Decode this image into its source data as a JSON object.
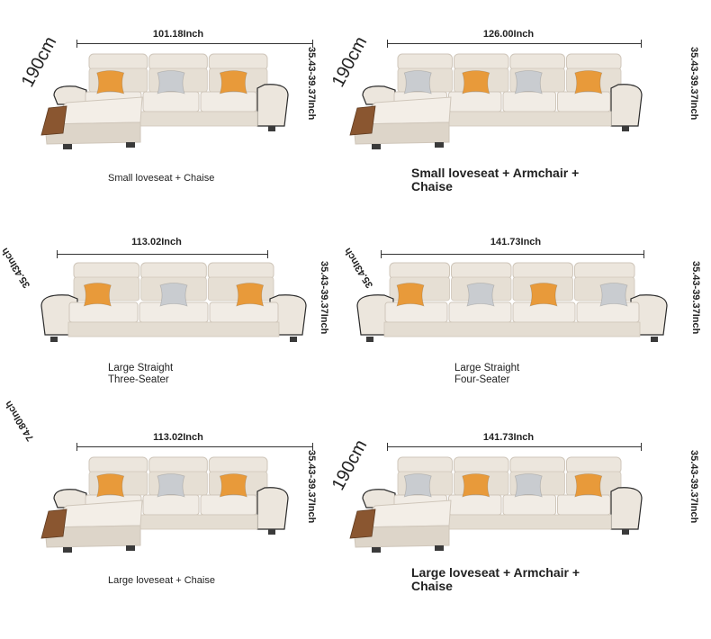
{
  "colors": {
    "sofa_body": "#ece6dd",
    "sofa_shadow": "#cfc6ba",
    "piping": "#2b2b2b",
    "pillow_orange": "#e89a3a",
    "pillow_gray": "#c9ccd0",
    "wood_tray": "#8a5630",
    "leg": "#3a3a3a"
  },
  "panels": [
    {
      "width_label": "101.18Inch",
      "height_label": "35.43-39.37Inch",
      "depth_label": "190cm",
      "caption_lines": [
        "Small loveseat + Chaise"
      ],
      "layout": "loveseat-chaise"
    },
    {
      "width_label": "126.00Inch",
      "height_label": "35.43-39.37Inch",
      "depth_label": "190cm",
      "caption_lines": [
        "Small loveseat + Armchair +",
        "Chaise"
      ],
      "layout": "armchair-chaise"
    },
    {
      "width_label": "113.02Inch",
      "height_label": "35.43-39.37Inch",
      "depth_label": "35.43Inch",
      "caption_lines": [
        "Large Straight",
        "Three-Seater"
      ],
      "layout": "straight-three"
    },
    {
      "width_label": "141.73Inch",
      "height_label": "35.43-39.37Inch",
      "depth_label": "35.43Inch",
      "caption_lines": [
        "Large Straight",
        "Four-Seater"
      ],
      "layout": "straight-four"
    },
    {
      "width_label": "113.02Inch",
      "height_label": "35.43-39.37Inch",
      "depth_label": "74.80Inch",
      "caption_lines": [
        "Large loveseat + Chaise"
      ],
      "layout": "loveseat-chaise"
    },
    {
      "width_label": "141.73Inch",
      "height_label": "35.43-39.37Inch",
      "depth_label": "190cm",
      "caption_lines": [
        "Large loveseat + Armchair +",
        "Chaise"
      ],
      "layout": "armchair-chaise"
    }
  ]
}
